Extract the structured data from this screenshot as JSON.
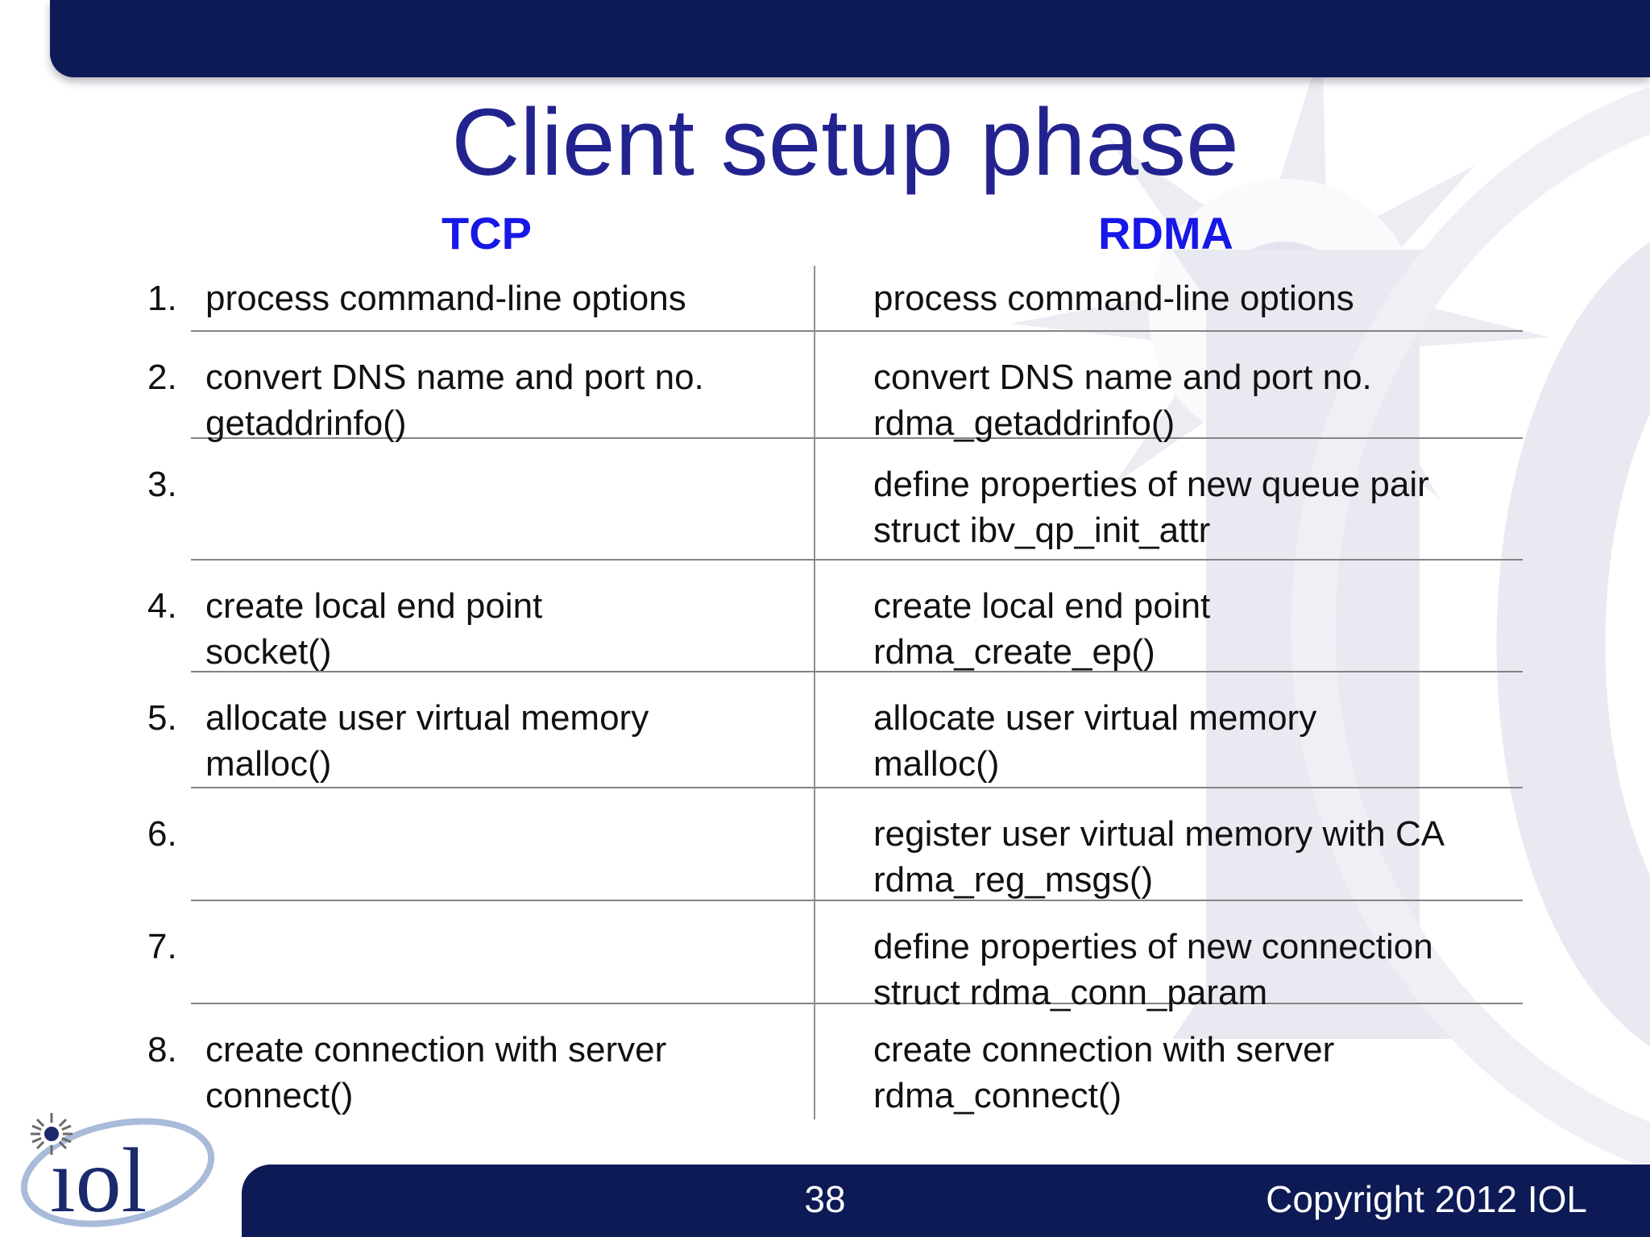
{
  "slide": {
    "title": "Client setup phase",
    "page_number": "38",
    "copyright": "Copyright 2012 IOL",
    "logo_text": "ıol"
  },
  "table": {
    "columns": [
      "TCP",
      "RDMA"
    ],
    "rows": [
      {
        "num": "1.",
        "tcp": [
          "process command-line options"
        ],
        "rdma": [
          "process command-line options"
        ]
      },
      {
        "num": "2.",
        "tcp": [
          "convert DNS name and port no.",
          "getaddrinfo()"
        ],
        "rdma": [
          "convert DNS name and port no.",
          "rdma_getaddrinfo()"
        ]
      },
      {
        "num": "3.",
        "tcp": [],
        "rdma": [
          "define properties of new queue pair",
          "struct ibv_qp_init_attr"
        ]
      },
      {
        "num": "4.",
        "tcp": [
          "create local end point",
          "socket()"
        ],
        "rdma": [
          "create local end point",
          "rdma_create_ep()"
        ]
      },
      {
        "num": "5.",
        "tcp": [
          "allocate user virtual memory",
          "malloc()"
        ],
        "rdma": [
          "allocate user virtual memory",
          "malloc()"
        ]
      },
      {
        "num": "6.",
        "tcp": [],
        "rdma": [
          "register user virtual memory with CA",
          "rdma_reg_msgs()"
        ]
      },
      {
        "num": "7.",
        "tcp": [],
        "rdma": [
          "define properties of new connection",
          "struct rdma_conn_param"
        ]
      },
      {
        "num": "8.",
        "tcp": [
          "create connection with server",
          "connect()"
        ],
        "rdma": [
          "create connection with server",
          "rdma_connect()"
        ]
      }
    ]
  },
  "colors": {
    "banner_navy": "#0D1A56",
    "title_blue": "#232390",
    "header_blue": "#1717E6",
    "body_text": "#111111",
    "separator_gray": "#848484",
    "watermark_gray": "#E9E9F2",
    "logo_navy": "#1B2A6B",
    "logo_ellipse_blue": "#A9BBD9"
  }
}
